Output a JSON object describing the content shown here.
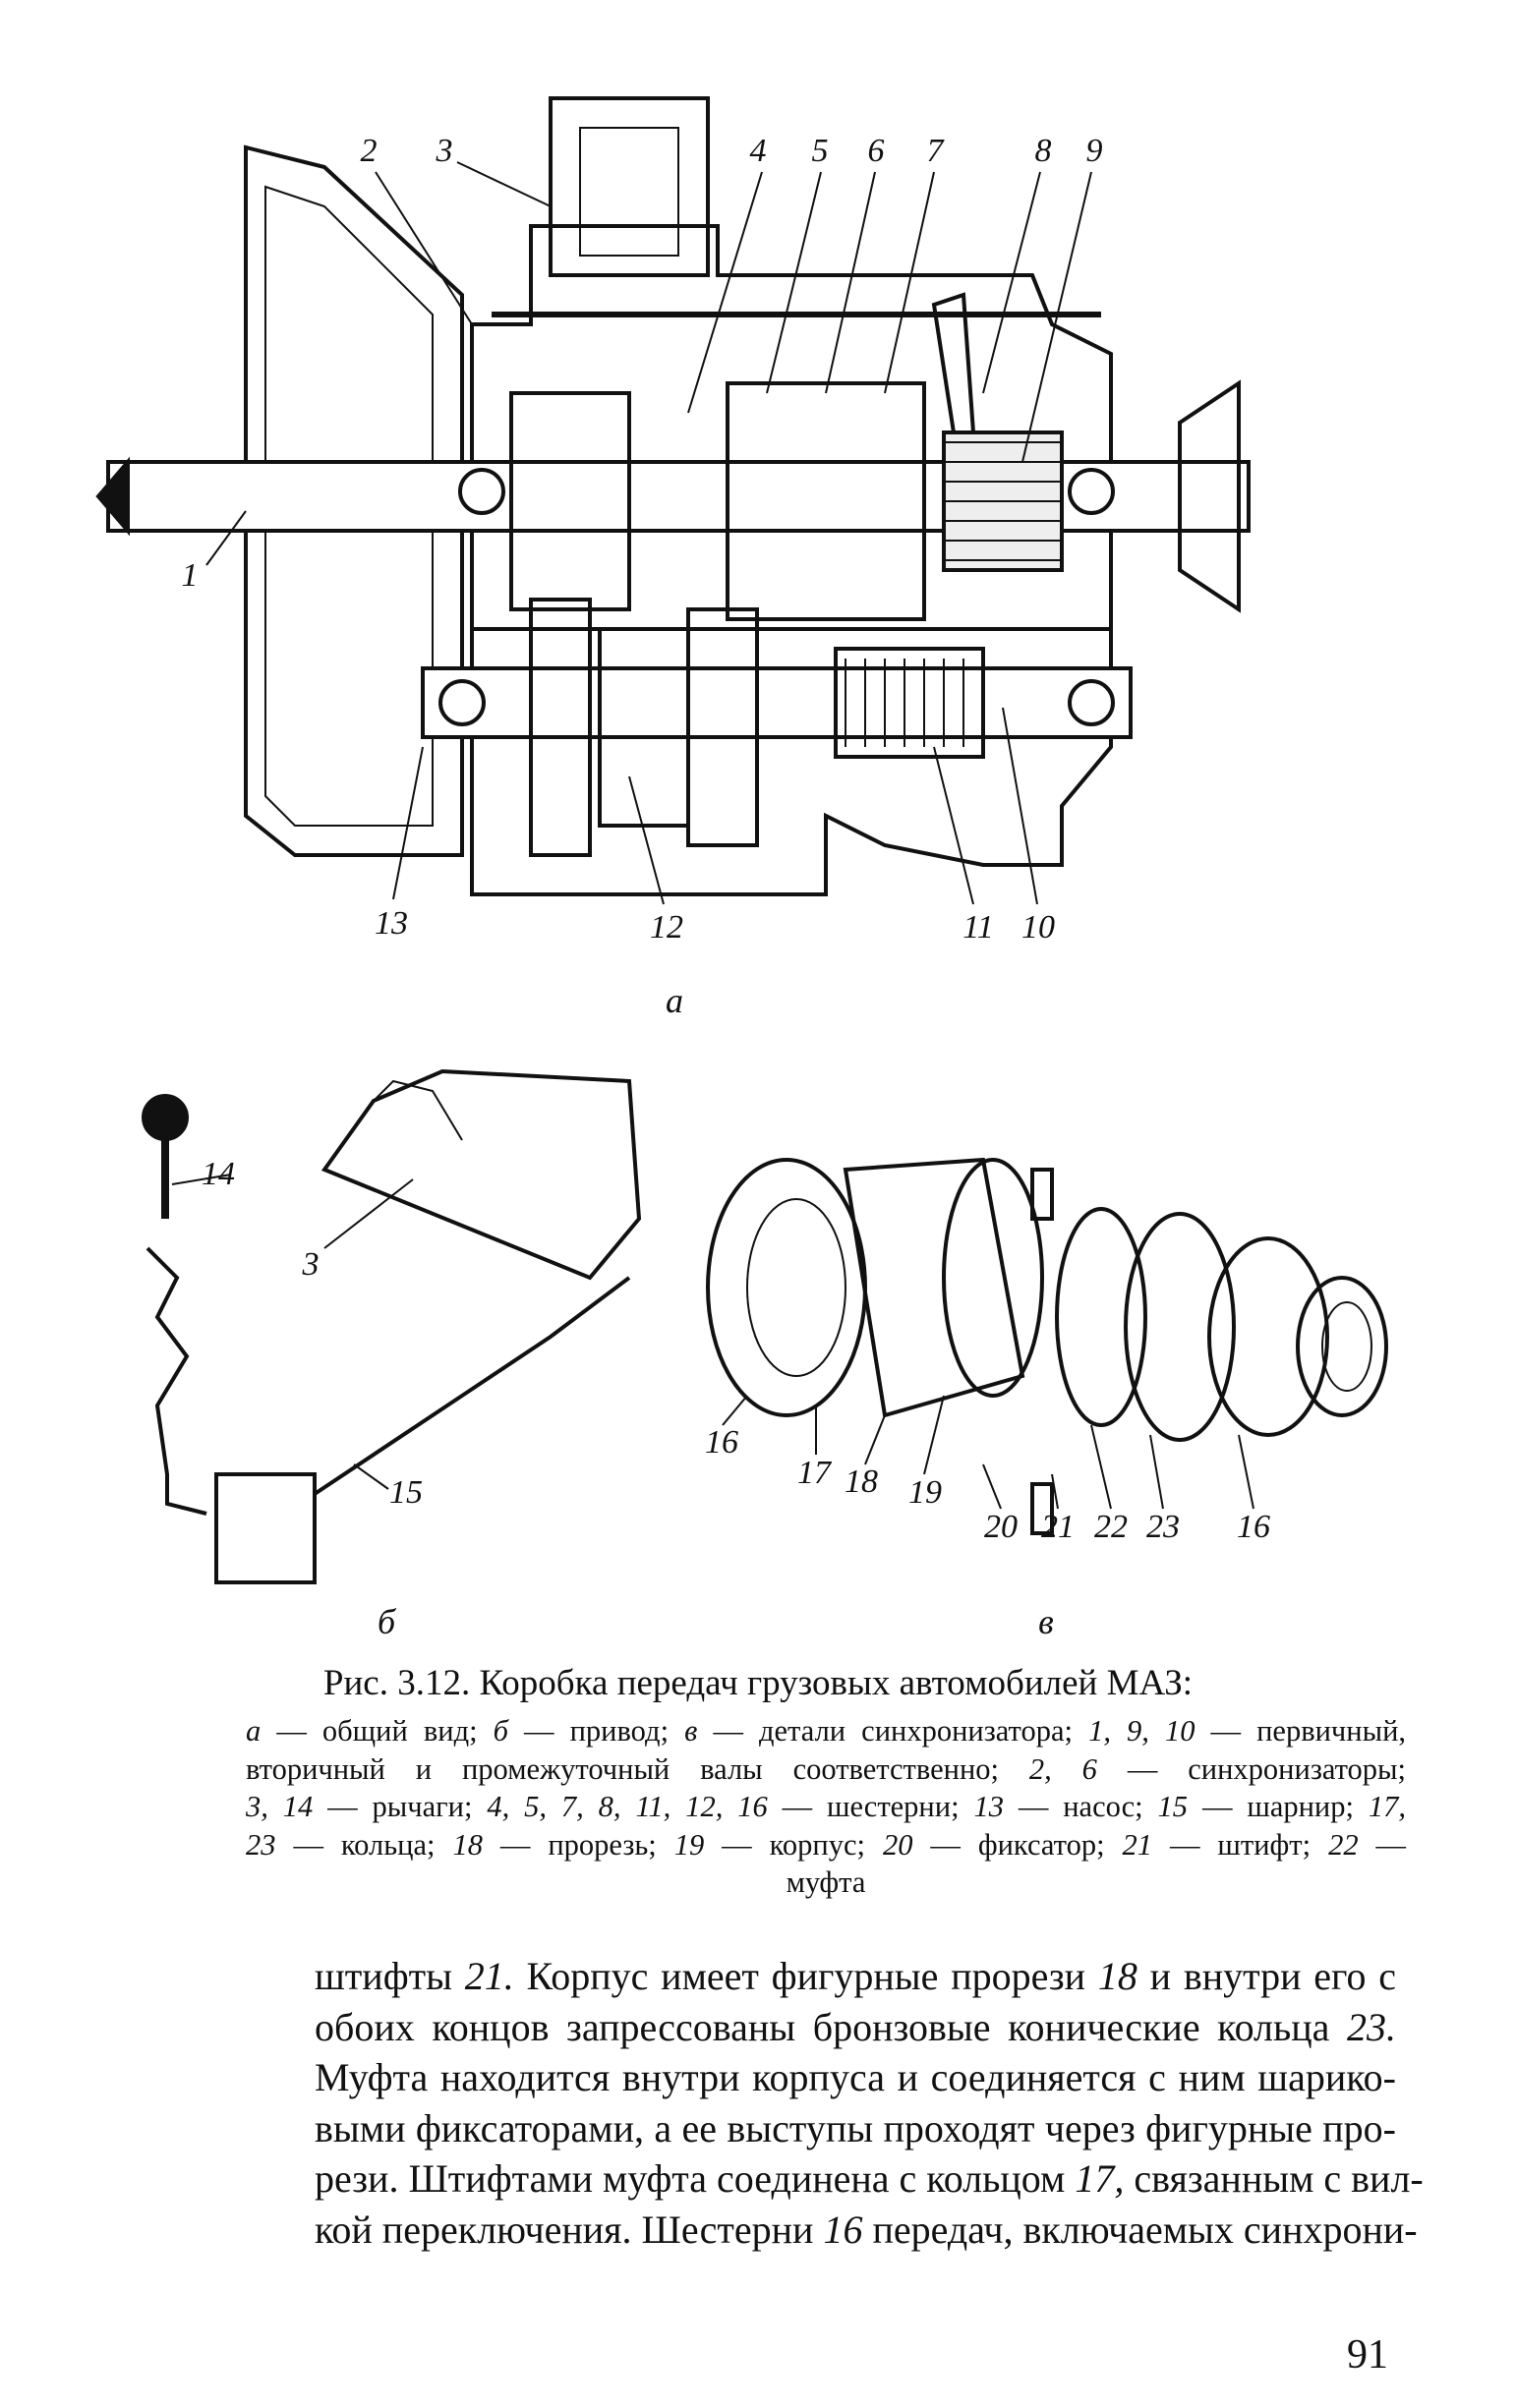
{
  "figure_a": {
    "labels": [
      "1",
      "2",
      "3",
      "4",
      "5",
      "6",
      "7",
      "8",
      "9",
      "10",
      "11",
      "12",
      "13"
    ],
    "sublabel": "а"
  },
  "figure_b": {
    "labels": [
      "14",
      "3",
      "15"
    ],
    "sublabel": "б"
  },
  "figure_c": {
    "labels": [
      "16",
      "17",
      "18",
      "19",
      "20",
      "21",
      "22",
      "23",
      "16"
    ],
    "sublabel": "в"
  },
  "caption": {
    "title": "Рис. 3.12. Коробка передач грузовых автомобилей МАЗ:",
    "lines": [
      [
        {
          "t": "а",
          "i": true
        },
        {
          "t": " — общий вид; "
        },
        {
          "t": "б",
          "i": true
        },
        {
          "t": " — привод; "
        },
        {
          "t": "в",
          "i": true
        },
        {
          "t": " — детали синхронизатора; "
        },
        {
          "t": "1, 9, 10",
          "i": true
        },
        {
          "t": " — первичный,"
        }
      ],
      [
        {
          "t": "вторичный и промежуточный валы соответственно; "
        },
        {
          "t": "2, 6",
          "i": true
        },
        {
          "t": " — синхронизаторы;"
        }
      ],
      [
        {
          "t": "3, 14",
          "i": true
        },
        {
          "t": " — рычаги; "
        },
        {
          "t": "4, 5, 7, 8, 11, 12, 16",
          "i": true
        },
        {
          "t": " — шестерни; "
        },
        {
          "t": "13",
          "i": true
        },
        {
          "t": " — насос; "
        },
        {
          "t": "15",
          "i": true
        },
        {
          "t": " — шарнир; "
        },
        {
          "t": "17,",
          "i": true
        }
      ],
      [
        {
          "t": "23",
          "i": true
        },
        {
          "t": " — кольца; "
        },
        {
          "t": "18",
          "i": true
        },
        {
          "t": " — прорезь; "
        },
        {
          "t": "19",
          "i": true
        },
        {
          "t": " — корпус; "
        },
        {
          "t": "20",
          "i": true
        },
        {
          "t": " — фиксатор; "
        },
        {
          "t": "21",
          "i": true
        },
        {
          "t": " — штифт; "
        },
        {
          "t": "22",
          "i": true
        },
        {
          "t": " —"
        }
      ],
      [
        {
          "t": "муфта"
        }
      ]
    ]
  },
  "body_text": [
    [
      {
        "t": "штифты "
      },
      {
        "t": "21.",
        "i": true
      },
      {
        "t": " Корпус имеет фигурные прорези "
      },
      {
        "t": "18",
        "i": true
      },
      {
        "t": " и внутри его с"
      }
    ],
    [
      {
        "t": "обоих концов запрессованы бронзовые конические кольца "
      },
      {
        "t": "23.",
        "i": true
      }
    ],
    [
      {
        "t": "Муфта находится внутри корпуса и соединяется с ним шарико-"
      }
    ],
    [
      {
        "t": "выми фиксаторами, а ее выступы проходят через фигурные про-"
      }
    ],
    [
      {
        "t": "рези. Штифтами муфта соединена с кольцом "
      },
      {
        "t": "17,",
        "i": true
      },
      {
        "t": " связанным с вил-"
      }
    ],
    [
      {
        "t": "кой переключения. Шестерни "
      },
      {
        "t": "16",
        "i": true
      },
      {
        "t": " передач, включаемых синхрони-"
      }
    ]
  ],
  "page_number": "91"
}
